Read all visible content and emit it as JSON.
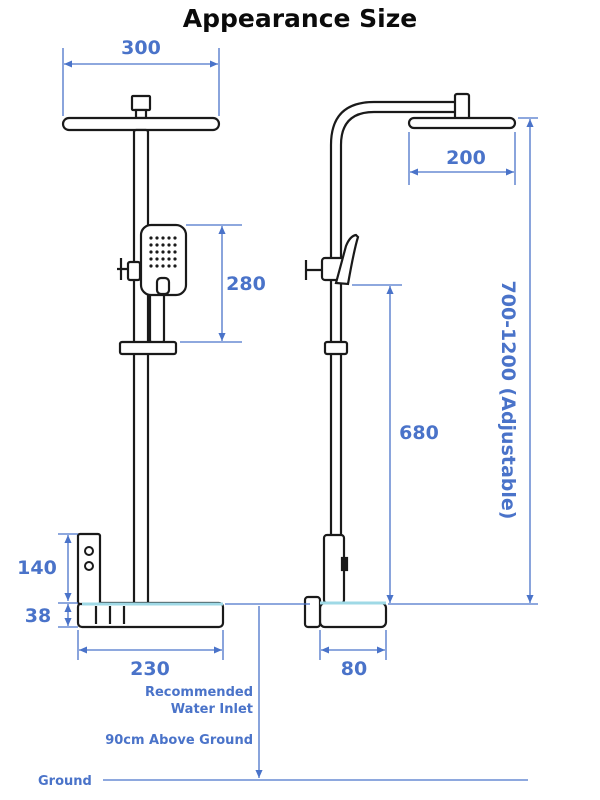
{
  "title": "Appearance Size",
  "colors": {
    "dimension": "#4a73c9",
    "outline": "#1a1a1a",
    "accent": "#9fd9e6"
  },
  "dimensions": {
    "top_width": "300",
    "head_depth": "200",
    "handheld_height": "280",
    "total_height": "700-1200 (Adjustable)",
    "slide_height": "680",
    "valve_height": "140",
    "shelf_height": "38",
    "shelf_width": "230",
    "side_depth": "80"
  },
  "notes": {
    "recommended_line1": "Recommended",
    "recommended_line2": "Water Inlet",
    "above_ground": "90cm Above Ground",
    "ground": "Ground"
  }
}
